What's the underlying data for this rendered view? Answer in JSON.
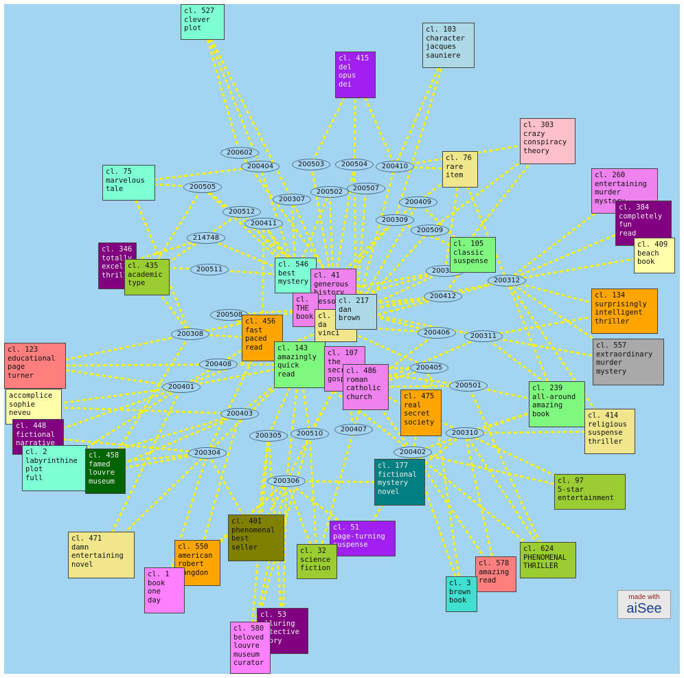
{
  "logo": {
    "line1": "made with",
    "line2": "aiSee"
  },
  "colors": {
    "background": "#a3d4f0",
    "edge": "#fff200"
  },
  "ovals": [
    {
      "id": "o200602",
      "label": "200602"
    },
    {
      "id": "o200404",
      "label": "200404"
    },
    {
      "id": "o200503",
      "label": "200503"
    },
    {
      "id": "o200504",
      "label": "200504"
    },
    {
      "id": "o200410",
      "label": "200410"
    },
    {
      "id": "o200505",
      "label": "200505"
    },
    {
      "id": "o200502",
      "label": "200502"
    },
    {
      "id": "o200507",
      "label": "200507"
    },
    {
      "id": "o200307",
      "label": "200307"
    },
    {
      "id": "o200409",
      "label": "200409"
    },
    {
      "id": "o200512",
      "label": "200512"
    },
    {
      "id": "o200309",
      "label": "200309"
    },
    {
      "id": "o200411",
      "label": "200411"
    },
    {
      "id": "o200509",
      "label": "200509"
    },
    {
      "id": "o214748",
      "label": "214748"
    },
    {
      "id": "o200303",
      "label": "200303"
    },
    {
      "id": "o200511",
      "label": "200511"
    },
    {
      "id": "o200312",
      "label": "200312"
    },
    {
      "id": "o200412",
      "label": "200412"
    },
    {
      "id": "o200508",
      "label": "200508"
    },
    {
      "id": "o200308",
      "label": "200308"
    },
    {
      "id": "o200406",
      "label": "200406"
    },
    {
      "id": "o200311",
      "label": "200311"
    },
    {
      "id": "o200408",
      "label": "200408"
    },
    {
      "id": "o200405",
      "label": "200405"
    },
    {
      "id": "o200401",
      "label": "200401"
    },
    {
      "id": "o200501",
      "label": "200501"
    },
    {
      "id": "o200403",
      "label": "200403"
    },
    {
      "id": "o200407",
      "label": "200407"
    },
    {
      "id": "o200510",
      "label": "200510"
    },
    {
      "id": "o200305",
      "label": "200305"
    },
    {
      "id": "o200310",
      "label": "200310"
    },
    {
      "id": "o200402",
      "label": "200402"
    },
    {
      "id": "o200304",
      "label": "200304"
    },
    {
      "id": "o200306",
      "label": "200306"
    }
  ],
  "nodes": [
    {
      "id": "n527",
      "text": "cl. 527\nclever\nplot",
      "color": "#7fffd4"
    },
    {
      "id": "n103",
      "text": "cl. 103\ncharacter\njacques\nsauniere",
      "color": "#add8e6"
    },
    {
      "id": "n415",
      "text": "cl. 415\ndel\nopus\ndei",
      "color": "#a020f0"
    },
    {
      "id": "n303",
      "text": "cl. 303\ncrazy\nconspiracy\ntheory",
      "color": "#ffc0cb"
    },
    {
      "id": "n76",
      "text": "cl. 76\nrare\nitem",
      "color": "#f0e68c"
    },
    {
      "id": "n75",
      "text": "cl. 75\nmarvelous\ntale",
      "color": "#7fffd4"
    },
    {
      "id": "n260",
      "text": "cl. 260\nentertaining\nmurder\nmystery",
      "color": "#ee82ee"
    },
    {
      "id": "n384",
      "text": "cl. 384\ncompletely\nfun\nread",
      "color": "#800080"
    },
    {
      "id": "n409",
      "text": "cl. 409\nbeach\nbook",
      "color": "#ffffaa"
    },
    {
      "id": "n105",
      "text": "cl. 105\nclassic\nsuspense",
      "color": "#7ff87f"
    },
    {
      "id": "n346",
      "text": "cl. 346\ntotally\nexcellent\nthriller",
      "color": "#800080"
    },
    {
      "id": "n435",
      "text": "cl. 435\nacademic\ntype",
      "color": "#9acd32"
    },
    {
      "id": "n546",
      "text": "cl. 546\nbest\nmystery",
      "color": "#7fffd4"
    },
    {
      "id": "n41",
      "text": "cl. 41\ngenerous\nhistory\nlesson",
      "color": "#ee82ee"
    },
    {
      "id": "nTHE",
      "text": "cl.\nTHE\nbook",
      "color": "#ee82ee"
    },
    {
      "id": "nda",
      "text": "cl.\nda\nvinci",
      "color": "#f0e68c"
    },
    {
      "id": "n217",
      "text": "cl. 217\ndan\nbrown",
      "color": "#add8e6"
    },
    {
      "id": "n134",
      "text": "cl. 134\nsurprisingly\nintelligent\nthriller",
      "color": "#ffa500"
    },
    {
      "id": "n557",
      "text": "cl. 557\nextraordinary\nmurder\nmystery",
      "color": "#a9a9a9"
    },
    {
      "id": "n456",
      "text": "cl. 456\nfast\npaced\nread",
      "color": "#ffa500"
    },
    {
      "id": "n143",
      "text": "cl. 143\namazingly\nquick\nread",
      "color": "#7ff87f"
    },
    {
      "id": "n107",
      "text": "cl. 107\nthe\nsecret\ngospel",
      "color": "#ee82ee"
    },
    {
      "id": "n486",
      "text": "cl. 486\nroman\ncatholic\nchurch",
      "color": "#ee82ee"
    },
    {
      "id": "n123",
      "text": "cl. 123\neducational\npage\nturner",
      "color": "#ff7f7f"
    },
    {
      "id": "nacc",
      "text": "accomplice\nsophie\nneveu",
      "color": "#ffffaa"
    },
    {
      "id": "n475",
      "text": "cl. 475\nreal\nsecret\nsociety",
      "color": "#ffa500"
    },
    {
      "id": "n239",
      "text": "cl. 239\nall-around\namazing\nbook",
      "color": "#7ff87f"
    },
    {
      "id": "n414",
      "text": "cl. 414\nreligious\nsuspense\nthriller",
      "color": "#f0e68c"
    },
    {
      "id": "n448",
      "text": "cl. 448\nfictional\nnarrative",
      "color": "#800080"
    },
    {
      "id": "nlab",
      "text": "cl. 2\nlabyrinthine\nplot\nfull",
      "color": "#7fffd4"
    },
    {
      "id": "n458",
      "text": "cl. 458\nfamed\nlouvre\nmuseum",
      "color": "#006400"
    },
    {
      "id": "n177",
      "text": "cl. 177\nfictional\nmystery\nnovel",
      "color": "#008080"
    },
    {
      "id": "n97",
      "text": "cl. 97\n5-star\nentertainment",
      "color": "#9acd32"
    },
    {
      "id": "n471",
      "text": "cl. 471\ndamn\nentertaining\nnovel",
      "color": "#f0e68c"
    },
    {
      "id": "n401",
      "text": "cl. 401\nphenomenal\nbest\nseller",
      "color": "#808000"
    },
    {
      "id": "n51",
      "text": "cl. 51\npage-turning\nsuspense",
      "color": "#a020f0"
    },
    {
      "id": "n550",
      "text": "cl. 550\namerican\nrobert\nlangdon",
      "color": "#ffa500"
    },
    {
      "id": "n32",
      "text": "cl. 32\nscience\nfiction",
      "color": "#9acd32"
    },
    {
      "id": "n624",
      "text": "cl. 624\nPHENOMENAL\nTHRILLER",
      "color": "#9acd32"
    },
    {
      "id": "n578",
      "text": "cl. 578\namazing\nread",
      "color": "#ff7f7f"
    },
    {
      "id": "n3",
      "text": "cl. 3\nbrown\nbook",
      "color": "#40e0d0"
    },
    {
      "id": "n1",
      "text": "cl. 1\nbook\none\nday",
      "color": "#ff80ff"
    },
    {
      "id": "n53",
      "text": "cl. 53\nalluring\ndetective\nstory",
      "color": "#800080"
    },
    {
      "id": "n580",
      "text": "cl. 580\nbeloved\nlouvre\nmuseum\ncurator",
      "color": "#ff80ff"
    }
  ],
  "edges": [
    [
      "n527",
      "o200602"
    ],
    [
      "n527",
      "o200404"
    ],
    [
      "n527",
      "o200307"
    ],
    [
      "n103",
      "o200410"
    ],
    [
      "n103",
      "o200309"
    ],
    [
      "n415",
      "o200503"
    ],
    [
      "n415",
      "o200410"
    ],
    [
      "n415",
      "o200504"
    ],
    [
      "n303",
      "o200410"
    ],
    [
      "n303",
      "o200509"
    ],
    [
      "n303",
      "o200303"
    ],
    [
      "n76",
      "o200410"
    ],
    [
      "n76",
      "o200309"
    ],
    [
      "n76",
      "o200303"
    ],
    [
      "n76",
      "o200312"
    ],
    [
      "n75",
      "o200505"
    ],
    [
      "n75",
      "o200404"
    ],
    [
      "n75",
      "o200308"
    ],
    [
      "n260",
      "o200312"
    ],
    [
      "n384",
      "o200312"
    ],
    [
      "n409",
      "o200312"
    ],
    [
      "n105",
      "o200309"
    ],
    [
      "n105",
      "o200409"
    ],
    [
      "n105",
      "o200303"
    ],
    [
      "n105",
      "o200412"
    ],
    [
      "n346",
      "o200511"
    ],
    [
      "n346",
      "o214748"
    ],
    [
      "n435",
      "o200505"
    ],
    [
      "n435",
      "o200512"
    ],
    [
      "n435",
      "o200308"
    ],
    [
      "n134",
      "o200312"
    ],
    [
      "n134",
      "o200311"
    ],
    [
      "n557",
      "o200311"
    ],
    [
      "n557",
      "o200312"
    ],
    [
      "n123",
      "o200401"
    ],
    [
      "n123",
      "o200308"
    ],
    [
      "n123",
      "o200408"
    ],
    [
      "nacc",
      "o200401"
    ],
    [
      "nacc",
      "o200403"
    ],
    [
      "n448",
      "o200401"
    ],
    [
      "n448",
      "o200304"
    ],
    [
      "nlab",
      "o200304"
    ],
    [
      "nlab",
      "o200401"
    ],
    [
      "nlab",
      "o200403"
    ],
    [
      "n458",
      "o200304"
    ],
    [
      "n458",
      "o200403"
    ],
    [
      "n458",
      "o200308"
    ],
    [
      "n239",
      "o200312"
    ],
    [
      "n239",
      "o200310"
    ],
    [
      "n239",
      "o200501"
    ],
    [
      "n239",
      "o200402"
    ],
    [
      "n414",
      "o200310"
    ],
    [
      "n414",
      "o200311"
    ],
    [
      "n414",
      "o200312"
    ],
    [
      "n97",
      "o200310"
    ],
    [
      "n97",
      "o200402"
    ],
    [
      "n471",
      "o200304"
    ],
    [
      "n471",
      "o200401"
    ],
    [
      "n401",
      "o200306"
    ],
    [
      "n401",
      "o200305"
    ],
    [
      "n401",
      "o200304"
    ],
    [
      "n51",
      "o200306"
    ],
    [
      "n51",
      "o200402"
    ],
    [
      "n550",
      "o200306"
    ],
    [
      "n550",
      "o200403"
    ],
    [
      "n32",
      "o200306"
    ],
    [
      "n32",
      "o200510"
    ],
    [
      "n32",
      "o200407"
    ],
    [
      "n624",
      "o200402"
    ],
    [
      "n624",
      "o200310"
    ],
    [
      "n624",
      "o200501"
    ],
    [
      "n578",
      "o200402"
    ],
    [
      "n578",
      "o200310"
    ],
    [
      "n3",
      "o200402"
    ],
    [
      "n3",
      "o200405"
    ],
    [
      "n1",
      "o200304"
    ],
    [
      "n1",
      "o200306"
    ],
    [
      "n53",
      "o200306"
    ],
    [
      "n53",
      "o200305"
    ],
    [
      "n580",
      "o200306"
    ],
    [
      "n580",
      "o200510"
    ],
    [
      "n580",
      "o200305"
    ],
    [
      "n177",
      "o200402"
    ],
    [
      "n177",
      "o200306"
    ],
    [
      "n177",
      "o200310"
    ],
    [
      "n475",
      "o200402"
    ],
    [
      "n475",
      "o200405"
    ],
    [
      "n546",
      "o200307"
    ],
    [
      "n546",
      "o200404"
    ],
    [
      "n546",
      "o200511"
    ],
    [
      "n546",
      "o214748"
    ],
    [
      "n546",
      "o200411"
    ],
    [
      "n546",
      "o200512"
    ],
    [
      "n546",
      "o200502"
    ],
    [
      "n41",
      "o200503"
    ],
    [
      "n41",
      "o200502"
    ],
    [
      "n41",
      "o200307"
    ],
    [
      "n41",
      "o200309"
    ],
    [
      "n41",
      "o200303"
    ],
    [
      "nTHE",
      "o200508"
    ],
    [
      "nTHE",
      "o200308"
    ],
    [
      "nTHE",
      "o200412"
    ],
    [
      "nTHE",
      "o200303"
    ],
    [
      "nda",
      "o200312"
    ],
    [
      "nda",
      "o200406"
    ],
    [
      "nda",
      "o200405"
    ],
    [
      "nda",
      "o200411"
    ],
    [
      "n217",
      "o200507"
    ],
    [
      "n217",
      "o200409"
    ],
    [
      "n217",
      "o200509"
    ],
    [
      "n217",
      "o200303"
    ],
    [
      "n217",
      "o200312"
    ],
    [
      "n217",
      "o200412"
    ],
    [
      "n217",
      "o200406"
    ],
    [
      "n217",
      "o200311"
    ],
    [
      "n217",
      "o200505"
    ],
    [
      "n217",
      "o200602"
    ],
    [
      "n456",
      "o200508"
    ],
    [
      "n456",
      "o200308"
    ],
    [
      "n456",
      "o200408"
    ],
    [
      "n456",
      "o200401"
    ],
    [
      "n456",
      "o200411"
    ],
    [
      "n143",
      "o200408"
    ],
    [
      "n143",
      "o200401"
    ],
    [
      "n143",
      "o200403"
    ],
    [
      "n143",
      "o200305"
    ],
    [
      "n143",
      "o200510"
    ],
    [
      "n143",
      "o200306"
    ],
    [
      "n143",
      "o200304"
    ],
    [
      "n143",
      "o200508"
    ],
    [
      "n107",
      "o200407"
    ],
    [
      "n107",
      "o200405"
    ],
    [
      "n107",
      "o200501"
    ],
    [
      "n107",
      "o200510"
    ],
    [
      "n486",
      "o200405"
    ],
    [
      "n486",
      "o200501"
    ],
    [
      "n486",
      "o200310"
    ],
    [
      "n486",
      "o200402"
    ],
    [
      "n486",
      "o200407"
    ],
    [
      "n486",
      "o200406"
    ],
    [
      "n217",
      "o200504"
    ],
    [
      "n217",
      "o200410"
    ],
    [
      "n41",
      "o200504"
    ],
    [
      "n546",
      "o200505"
    ],
    [
      "n143",
      "o200402"
    ],
    [
      "nda",
      "o200401"
    ],
    [
      "n456",
      "o200304"
    ],
    [
      "n107",
      "o200306"
    ],
    [
      "n486",
      "o200311"
    ],
    [
      "nTHE",
      "o200309"
    ]
  ]
}
